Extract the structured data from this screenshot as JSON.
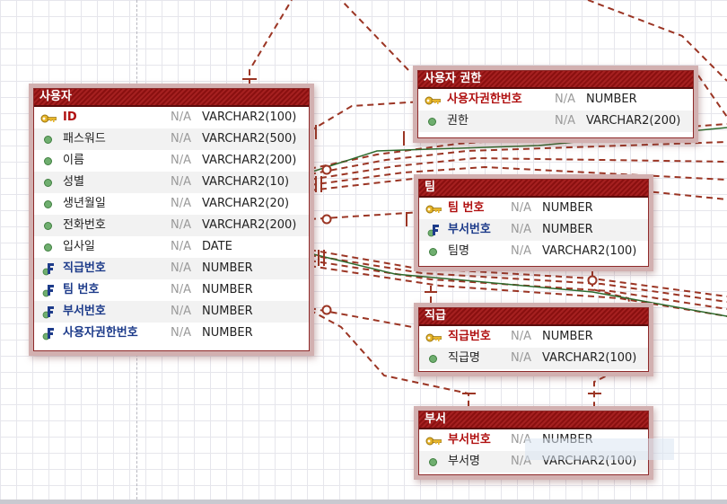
{
  "diagram": {
    "tables": [
      {
        "name": "사용자",
        "columns": [
          {
            "key": "pk",
            "name": "ID",
            "nullable": "N/A",
            "type": "VARCHAR2(100)"
          },
          {
            "key": "none",
            "name": "패스워드",
            "nullable": "N/A",
            "type": "VARCHAR2(500)"
          },
          {
            "key": "none",
            "name": "이름",
            "nullable": "N/A",
            "type": "VARCHAR2(200)"
          },
          {
            "key": "none",
            "name": "성별",
            "nullable": "N/A",
            "type": "VARCHAR2(10)"
          },
          {
            "key": "none",
            "name": "생년월일",
            "nullable": "N/A",
            "type": "VARCHAR2(20)"
          },
          {
            "key": "none",
            "name": "전화번호",
            "nullable": "N/A",
            "type": "VARCHAR2(200)"
          },
          {
            "key": "none",
            "name": "입사일",
            "nullable": "N/A",
            "type": "DATE"
          },
          {
            "key": "fk",
            "name": "직급번호",
            "nullable": "N/A",
            "type": "NUMBER"
          },
          {
            "key": "fk",
            "name": "팀 번호",
            "nullable": "N/A",
            "type": "NUMBER"
          },
          {
            "key": "fk",
            "name": "부서번호",
            "nullable": "N/A",
            "type": "NUMBER"
          },
          {
            "key": "fk",
            "name": "사용자권한번호",
            "nullable": "N/A",
            "type": "NUMBER"
          }
        ]
      },
      {
        "name": "사용자 권한",
        "columns": [
          {
            "key": "pk",
            "name": "사용자권한번호",
            "nullable": "N/A",
            "type": "NUMBER"
          },
          {
            "key": "none",
            "name": "권한",
            "nullable": "N/A",
            "type": "VARCHAR2(200)"
          }
        ]
      },
      {
        "name": "팀",
        "columns": [
          {
            "key": "pk",
            "name": "팀 번호",
            "nullable": "N/A",
            "type": "NUMBER"
          },
          {
            "key": "fk",
            "name": "부서번호",
            "nullable": "N/A",
            "type": "NUMBER"
          },
          {
            "key": "none",
            "name": "팀명",
            "nullable": "N/A",
            "type": "VARCHAR2(100)"
          }
        ]
      },
      {
        "name": "직급",
        "columns": [
          {
            "key": "pk",
            "name": "직급번호",
            "nullable": "N/A",
            "type": "NUMBER"
          },
          {
            "key": "none",
            "name": "직급명",
            "nullable": "N/A",
            "type": "VARCHAR2(100)"
          }
        ]
      },
      {
        "name": "부서",
        "columns": [
          {
            "key": "pk",
            "name": "부서번호",
            "nullable": "N/A",
            "type": "NUMBER"
          },
          {
            "key": "none",
            "name": "부서명",
            "nullable": "N/A",
            "type": "VARCHAR2(100)"
          }
        ]
      }
    ]
  },
  "colors": {
    "header": "#9b1a1a",
    "pk_text": "#b01010",
    "fk_text": "#1d3b8a",
    "relationship_line": "#9b3524",
    "green_line": "#2d6a2d",
    "grid": "#e6e6ec"
  },
  "icons": {
    "pk": "key-icon",
    "fk": "foreign-key-icon",
    "none": "column-dot-icon"
  }
}
